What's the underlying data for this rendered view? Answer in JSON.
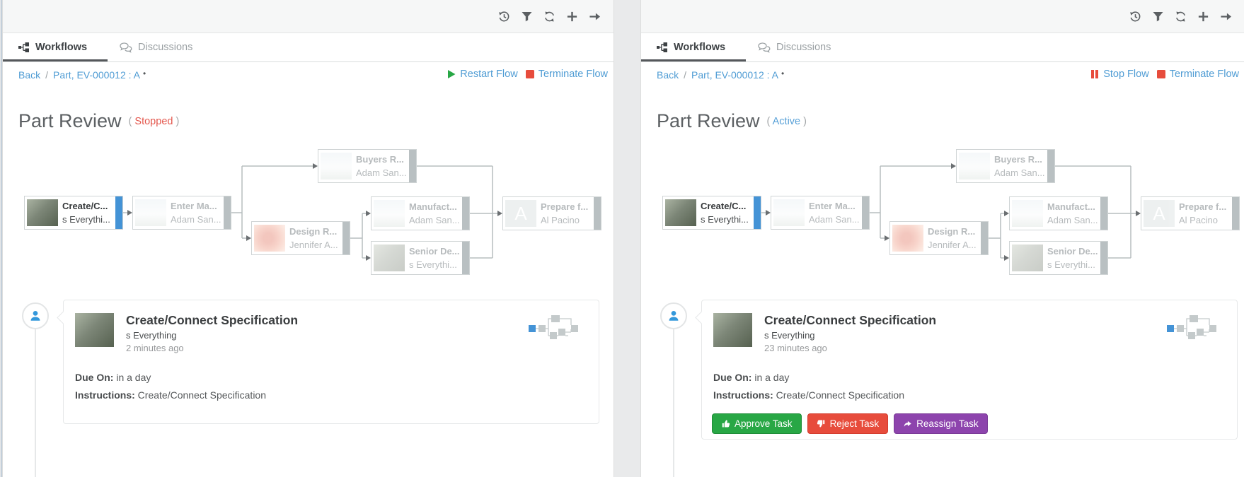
{
  "colors": {
    "link_blue": "#4f9cd4",
    "active_blue": "#4493d6",
    "green": "#28a745",
    "red": "#e74c3c",
    "purple": "#8d44ad",
    "status_stopped": "#e4574d",
    "status_active": "#5aa2d8"
  },
  "toolbar_icons": [
    "history-icon",
    "filter-icon",
    "refresh-icon",
    "add-icon",
    "forward-icon"
  ],
  "panels": [
    {
      "id": "left",
      "tabs": [
        {
          "label": "Workflows",
          "active": true
        },
        {
          "label": "Discussions",
          "active": false
        }
      ],
      "breadcrumb": {
        "back": "Back",
        "separator": "/",
        "item": "Part, EV-000012 : A",
        "marker": "•"
      },
      "flow_actions": [
        {
          "label": "Restart Flow",
          "icon": "play-icon"
        },
        {
          "label": "Terminate Flow",
          "icon": "terminate-square-icon"
        }
      ],
      "title": "Part Review",
      "status": {
        "paren_open": "(",
        "text": "Stopped",
        "paren_close": ")"
      },
      "diagram": {
        "nodes": [
          {
            "id": "create-connect",
            "title": "Create/C...",
            "assignee": "s Everythi...",
            "avatar": "koala",
            "state": "active"
          },
          {
            "id": "enter-ma",
            "title": "Enter Ma...",
            "assignee": "Adam San...",
            "avatar": "penguins",
            "state": "pending"
          },
          {
            "id": "buyers-r",
            "title": "Buyers R...",
            "assignee": "Adam San...",
            "avatar": "penguins",
            "state": "pending"
          },
          {
            "id": "design-r",
            "title": "Design R...",
            "assignee": "Jennifer A...",
            "avatar": "flower",
            "state": "pending"
          },
          {
            "id": "manufact",
            "title": "Manufact...",
            "assignee": "Adam San...",
            "avatar": "penguins",
            "state": "pending"
          },
          {
            "id": "senior-de",
            "title": "Senior De...",
            "assignee": "s Everythi...",
            "avatar": "koala",
            "state": "pending"
          },
          {
            "id": "prepare-f",
            "title": "Prepare f...",
            "assignee": "Al Pacino",
            "avatar": "letter",
            "letter": "A",
            "state": "pending"
          }
        ]
      },
      "task_card": {
        "title": "Create/Connect Specification",
        "assignee": "s Everything",
        "time": "2 minutes ago",
        "due_label": "Due On:",
        "due_value": "in a day",
        "instructions_label": "Instructions:",
        "instructions_value": "Create/Connect Specification",
        "actions": []
      }
    },
    {
      "id": "right",
      "tabs": [
        {
          "label": "Workflows",
          "active": true
        },
        {
          "label": "Discussions",
          "active": false
        }
      ],
      "breadcrumb": {
        "back": "Back",
        "separator": "/",
        "item": "Part, EV-000012 : A",
        "marker": "•"
      },
      "flow_actions": [
        {
          "label": "Stop Flow",
          "icon": "pause-icon"
        },
        {
          "label": "Terminate Flow",
          "icon": "terminate-square-icon"
        }
      ],
      "title": "Part Review",
      "status": {
        "paren_open": "(",
        "text": "Active",
        "paren_close": ")"
      },
      "diagram": {
        "nodes": [
          {
            "id": "create-connect",
            "title": "Create/C...",
            "assignee": "s Everythi...",
            "avatar": "koala",
            "state": "active"
          },
          {
            "id": "enter-ma",
            "title": "Enter Ma...",
            "assignee": "Adam San...",
            "avatar": "penguins",
            "state": "pending"
          },
          {
            "id": "buyers-r",
            "title": "Buyers R...",
            "assignee": "Adam San...",
            "avatar": "penguins",
            "state": "pending"
          },
          {
            "id": "design-r",
            "title": "Design R...",
            "assignee": "Jennifer A...",
            "avatar": "flower",
            "state": "pending"
          },
          {
            "id": "manufact",
            "title": "Manufact...",
            "assignee": "Adam San...",
            "avatar": "penguins",
            "state": "pending"
          },
          {
            "id": "senior-de",
            "title": "Senior De...",
            "assignee": "s Everythi...",
            "avatar": "koala",
            "state": "pending"
          },
          {
            "id": "prepare-f",
            "title": "Prepare f...",
            "assignee": "Al Pacino",
            "avatar": "letter",
            "letter": "A",
            "state": "pending"
          }
        ]
      },
      "task_card": {
        "title": "Create/Connect Specification",
        "assignee": "s Everything",
        "time": "23 minutes ago",
        "due_label": "Due On:",
        "due_value": "in a day",
        "instructions_label": "Instructions:",
        "instructions_value": "Create/Connect Specification",
        "actions": [
          {
            "label": "Approve Task",
            "icon": "thumbs-up-icon",
            "color": "#28a745"
          },
          {
            "label": "Reject Task",
            "icon": "thumbs-down-icon",
            "color": "#e74c3c"
          },
          {
            "label": "Reassign Task",
            "icon": "reassign-arrow-icon",
            "color": "#8d44ad"
          }
        ]
      }
    }
  ]
}
